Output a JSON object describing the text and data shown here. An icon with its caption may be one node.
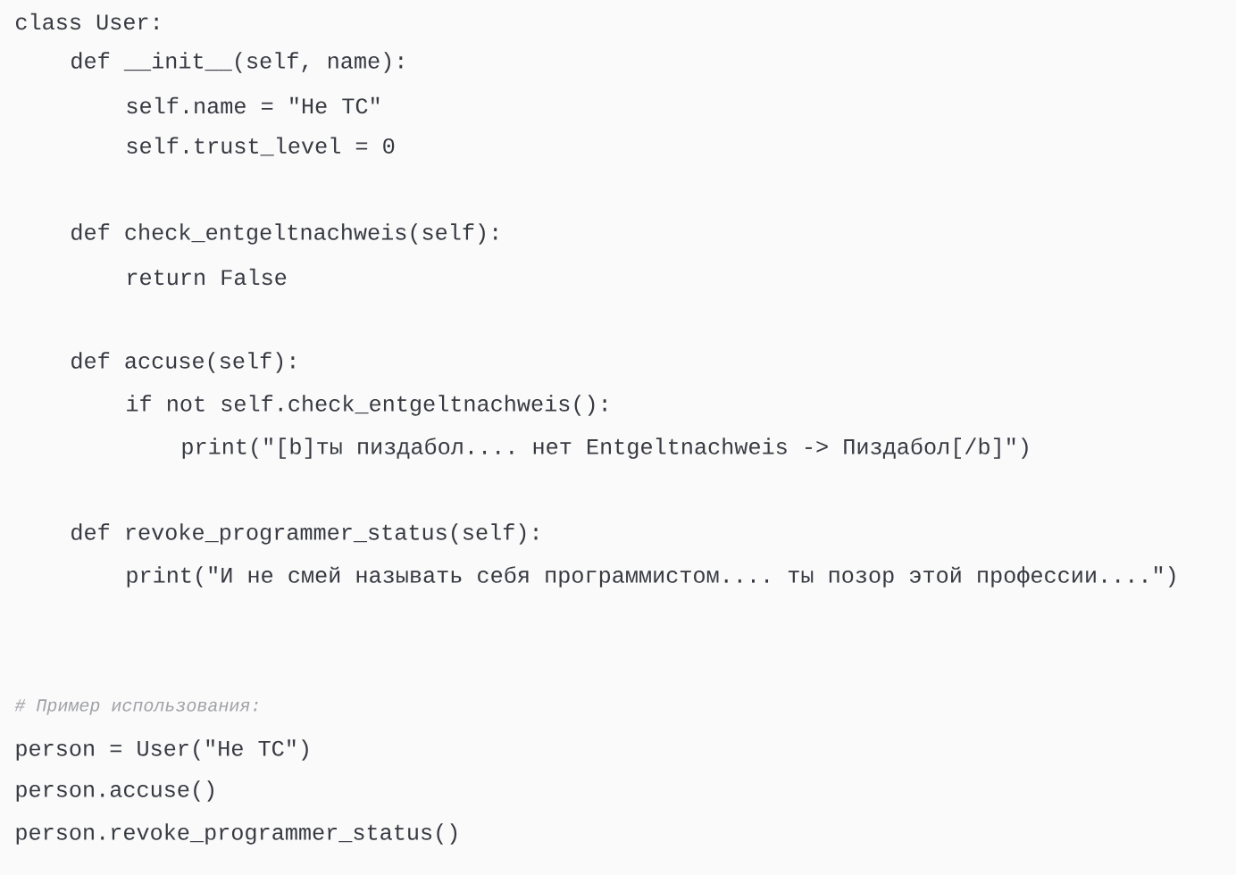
{
  "diagram": {
    "labels": [
      "class User:",
      "def __init__(self, name):",
      "self.name = \"Не ТС\"",
      "self.trust_level = 0",
      "def check_entgeltnachweis(self):",
      "return False",
      "def accuse(self):",
      "if not self.check_entgeltnachweis():",
      "print(\"[b]ты пиздабол.... нет Entgeltnachweis -> Пиздабол[/b]\")",
      "def revoke_programmer_status(self):",
      "print(\"И не смей называть себя программистом.... ты позор этой профессии....\")",
      "# Пример использования:",
      "person = User(\"Не ТС\")",
      "person.accuse()",
      "person.revoke_programmer_status()"
    ]
  }
}
